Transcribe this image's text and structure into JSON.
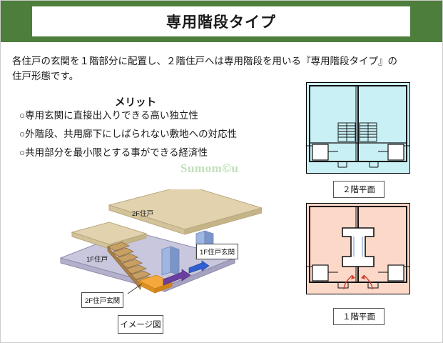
{
  "header": {
    "title": "専用階段タイプ"
  },
  "body": {
    "lead_line1": "各住戸の玄関を１階部分に配置し、２階住戸へは専用階段を用いる『専用階段タイプ』の",
    "lead_line2": "住戸形態です。",
    "merit_title": "メリット",
    "merits": [
      "○専用玄関に直接出入りできる高い独立性",
      "○外階段、共用廊下にしばられない敷地への対応性",
      "○共用部分を最小限とする事ができる経済性"
    ]
  },
  "watermark": {
    "text_before": "Sumom",
    "text_mark": "©",
    "text_after": "u"
  },
  "illustration": {
    "caption": "イメージ図",
    "labels": {
      "floor2_unit": "2F住戸",
      "floor1_unit": "1F住戸",
      "floor1_entrance": "1F住戸玄関",
      "floor2_entrance": "2F住戸玄関"
    }
  },
  "plans": [
    {
      "id": "plan-2f",
      "caption": "２階平面",
      "color": "#c8f0f5"
    },
    {
      "id": "plan-1f",
      "caption": "１階平面",
      "color": "#fcd8c8"
    }
  ],
  "colors": {
    "header_band": "#4e7e3b",
    "plan_2f_fill": "#c8f0f5",
    "plan_1f_fill": "#fcd8c8",
    "iso_slab_2f": "#e2d3ae",
    "iso_slab_1f": "#c9c7dd",
    "watermark": "#bfe0b9"
  }
}
